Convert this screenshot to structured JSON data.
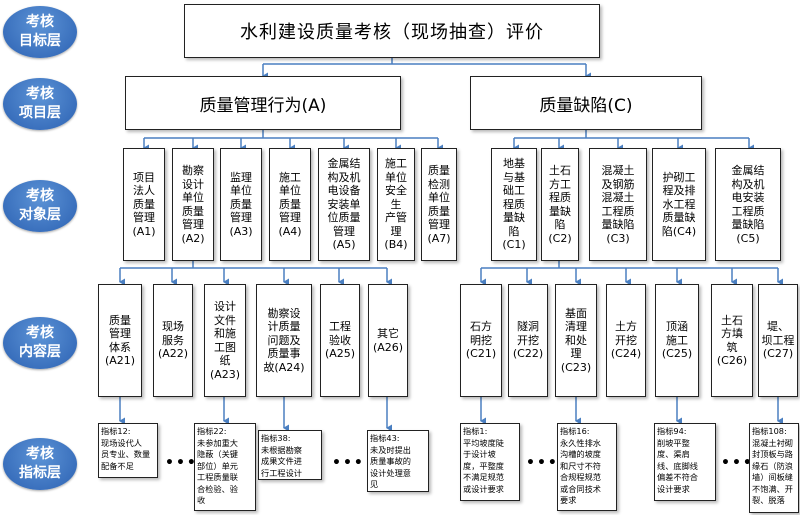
{
  "layers": [
    "考核\n目标层",
    "考核\n项目层",
    "考核\n对象层",
    "考核\n内容层",
    "考核\n指标层"
  ],
  "title": "水利建设质量考核（现场抽查）评价",
  "categories": {
    "a": "质量管理行为(A)",
    "c": "质量缺陷(C)"
  },
  "objects_a": [
    "项目\n法人\n质量\n管理\n(A1)",
    "勘察\n设计\n单位\n质量\n管理\n(A2)",
    "监理\n单位\n质量\n管理\n(A3)",
    "施工\n单位\n质量\n管理\n(A4)",
    "金属结\n构及机\n电设备\n安装单\n位质量\n管理\n(A5)",
    "施工\n单位\n安全生\n产管理\n(B4)",
    "质量\n检测\n单位\n质量\n管理\n(A7)"
  ],
  "objects_c": [
    "地基\n与基\n础工\n程质\n量缺\n陷\n(C1)",
    "土石\n方工\n程质\n量缺\n陷\n(C2)",
    "混凝土\n及钢筋\n混凝土\n工程质\n量缺陷\n(C3)",
    "护砌工\n程及排\n水工程\n质量缺\n陷(C4)",
    "金属结\n构及机\n电安装\n工程质\n量缺陷\n(C5)"
  ],
  "contents_a": [
    "质量\n管理\n体系\n(A21)",
    "现场\n服务\n(A22)",
    "设计\n文件\n和施\n工图\n纸\n(A23)",
    "勘察设\n计质量\n问题及\n质量事\n故(A24)",
    "工程\n验收\n(A25)",
    "其它\n(A26)"
  ],
  "contents_c": [
    "石方\n明挖\n(C21)",
    "隧洞\n开挖\n(C22)",
    "基面\n清理\n和处\n理\n(C23)",
    "土方\n开挖\n(C24)",
    "顶涵\n施工\n(C25)",
    "土石\n方填\n筑\n(C26)",
    "堤、\n坝工程\n(C27)"
  ],
  "indicators": [
    "指标12:\n现场设代人\n员专业、数量\n配备不足",
    "指标22:\n未参加重大\n隐蔽（关键\n部位）单元\n工程质量联\n合检验、验\n收",
    "指标38:\n未根据勘察\n成果文件进\n行工程设计",
    "指标43:\n未及时提出\n质量事故的\n设计处理意\n见",
    "指标1:\n平均坡度陡\n于设计坡\n度，平整度\n不满足规范\n或设计要求",
    "指标16:\n永久性排水\n沟槽的坡度\n和尺寸不符\n合规程规范\n或合同技术\n要求",
    "指标94:\n削坡平整\n度、渠肩\n线、底脚线\n偏差不符合\n设计要求",
    "指标108:\n混凝土衬砌\n封顶板与路\n缘石（防浪\n墙）间板缝\n不饱满、开\n裂、脱落"
  ],
  "ellipsis": "•••",
  "colors": {
    "line": "#4a7fc1",
    "layer": "#3a70bd",
    "border": "#222222"
  }
}
